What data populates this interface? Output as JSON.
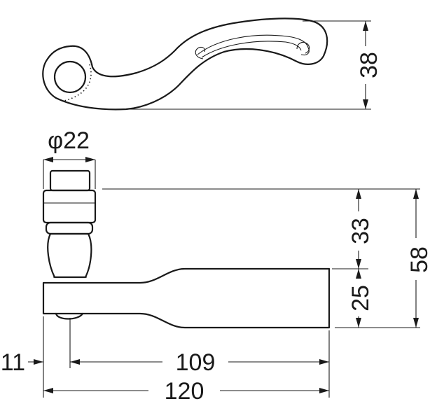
{
  "dimensions": {
    "top_height": "38",
    "collar_diameter": "φ22",
    "upper_height": "33",
    "total_height": "58",
    "lower_height": "25",
    "offset": "11",
    "inner_length": "109",
    "total_length": "120"
  }
}
